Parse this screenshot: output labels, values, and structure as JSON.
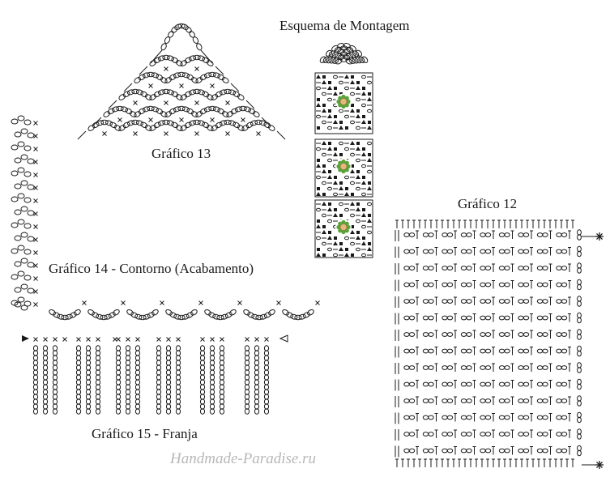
{
  "titles": {
    "grafico13": "Gráfico 13",
    "esquema": "Esquema de Montagem",
    "grafico12": "Gráfico 12",
    "grafico14": "Gráfico 14 - Contorno (Acabamento)",
    "grafico15": "Gráfico 15 - Franja"
  },
  "watermark": "Handmade-Paradise.ru",
  "colors": {
    "ink": "#1a1a1a",
    "motif_green": "#5aa33a",
    "motif_center": "#e8b87a",
    "watermark": "#b8b8b8"
  }
}
